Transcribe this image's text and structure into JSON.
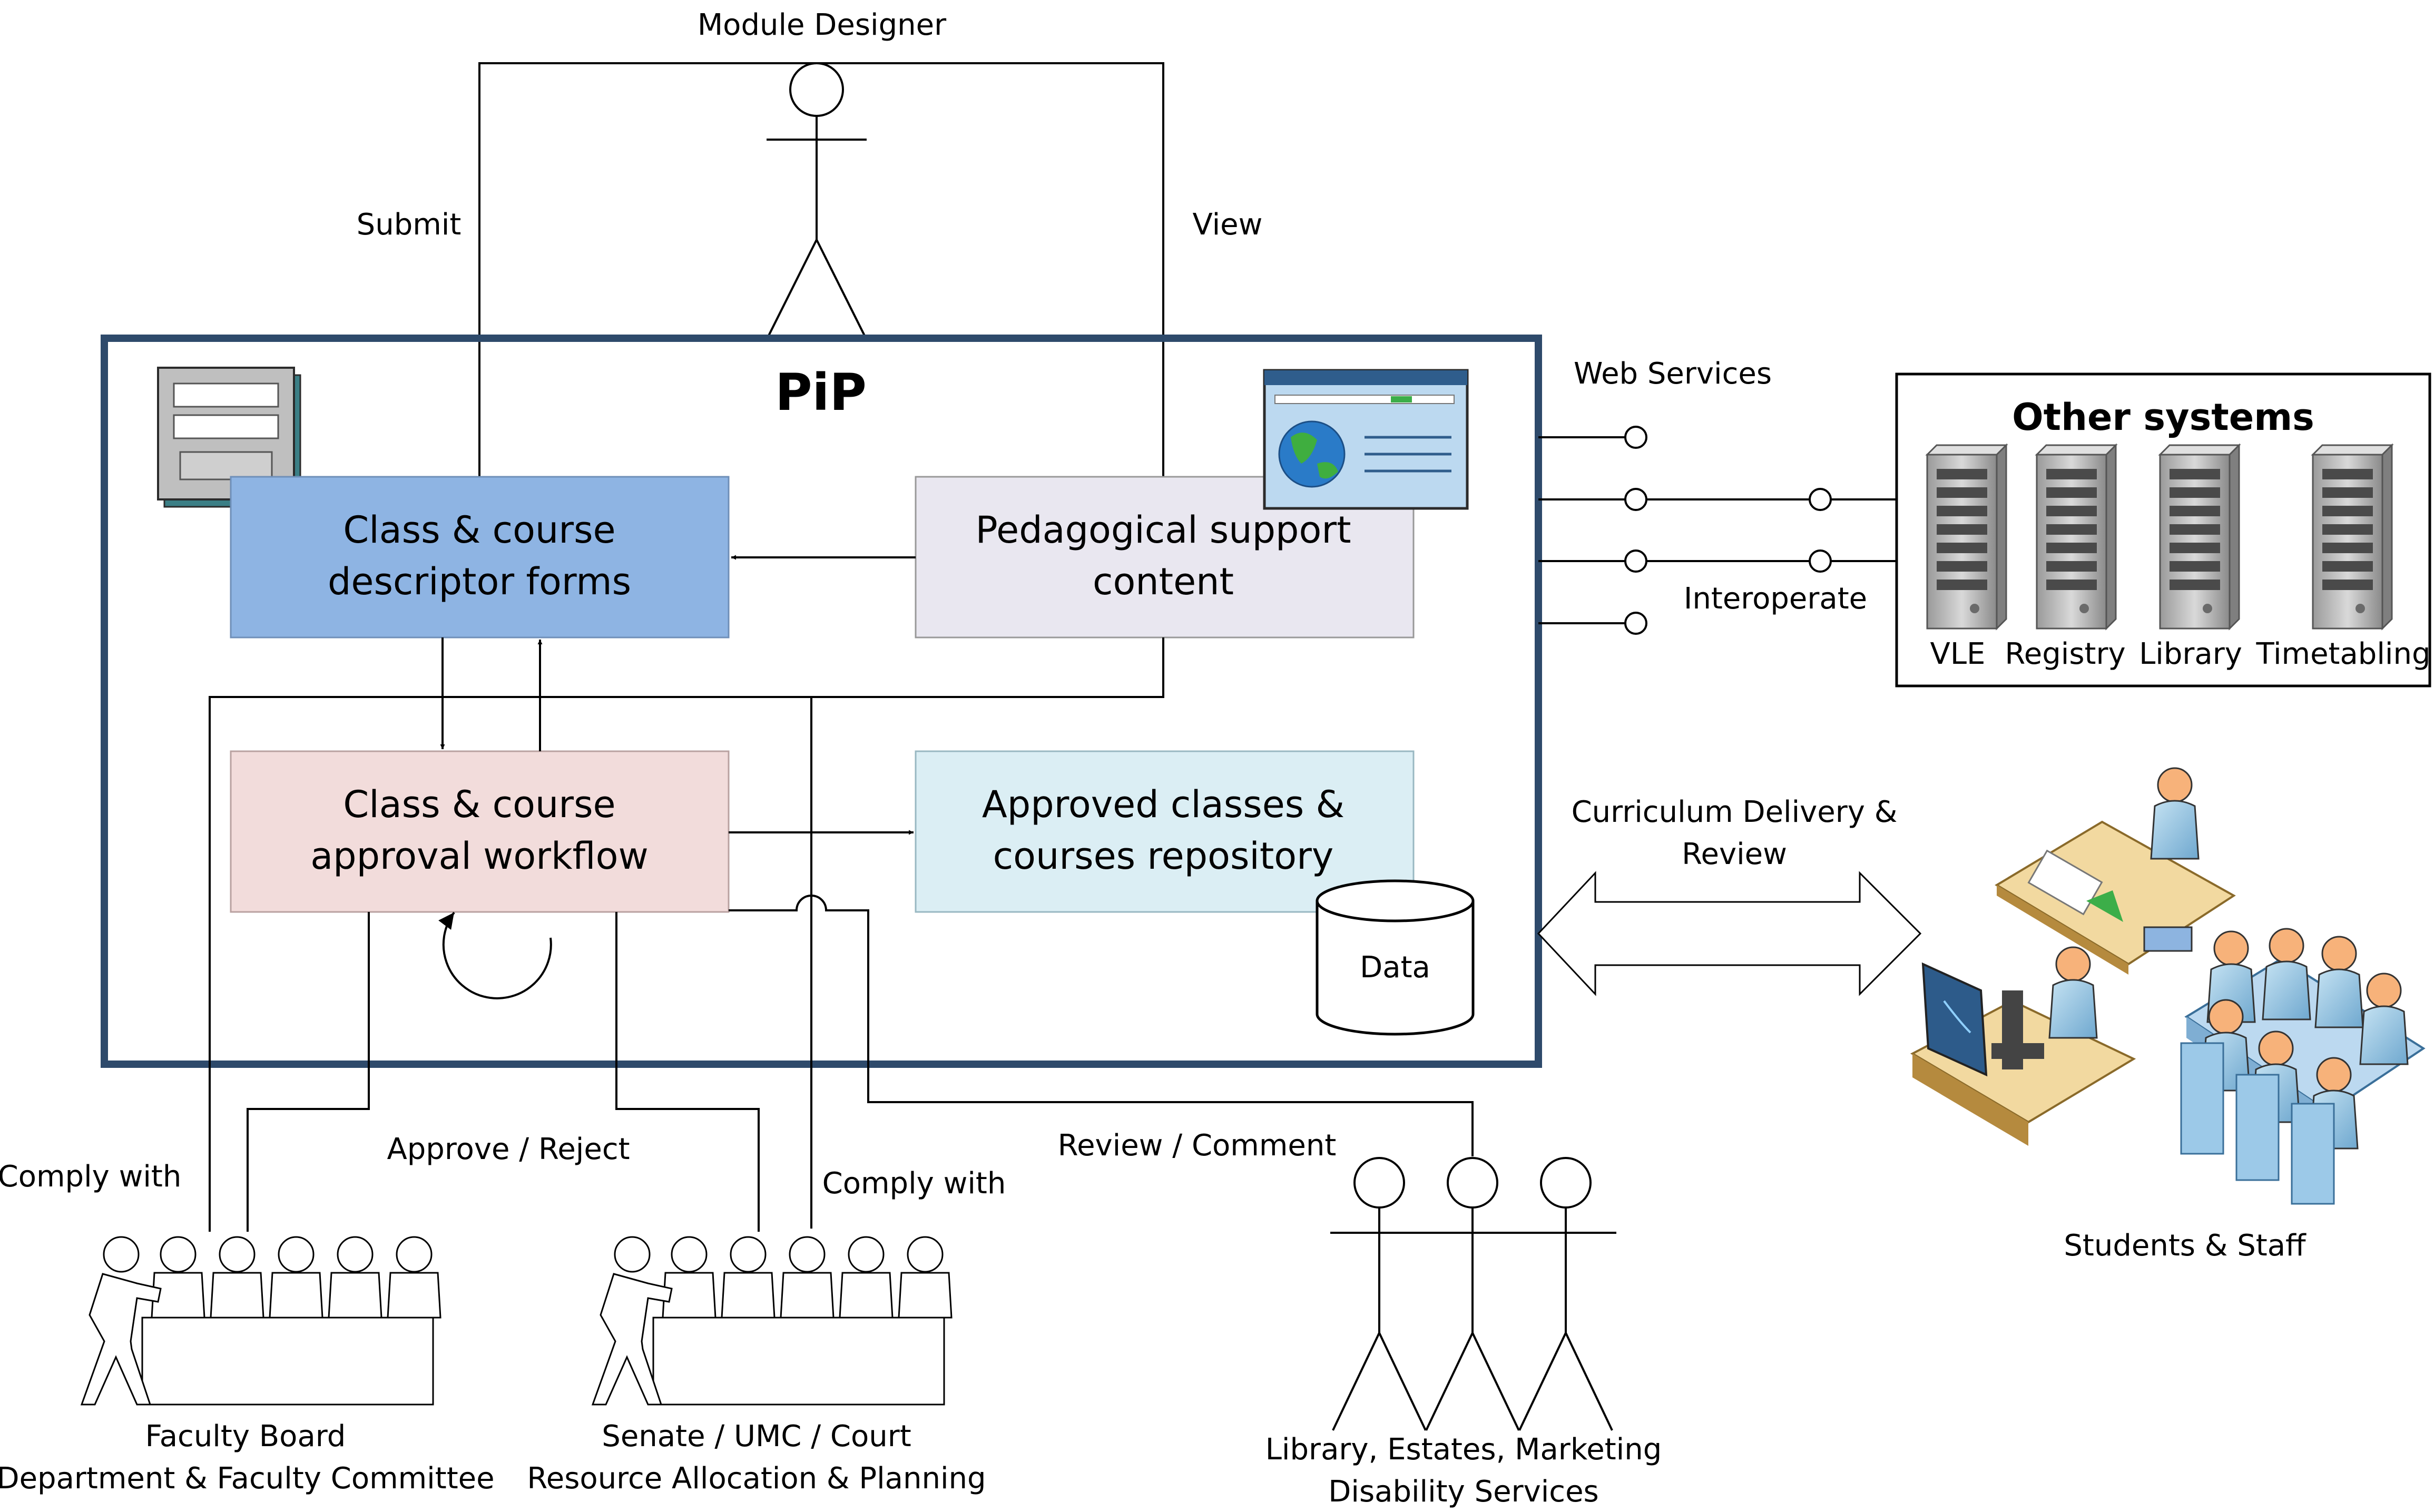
{
  "labels": {
    "module_designer": "Module Designer",
    "submit": "Submit",
    "view": "View",
    "pip": "PiP",
    "web_services": "Web Services",
    "interoperate": "Interoperate",
    "curriculum_line1": "Curriculum Delivery &",
    "curriculum_line2": "Review",
    "students_staff": "Students & Staff",
    "approve_reject": "Approve / Reject",
    "comply_with_left": "Comply with",
    "comply_with_right": "Comply with",
    "review_comment": "Review / Comment",
    "data": "Data"
  },
  "boxes": {
    "descriptor_forms": [
      "Class & course",
      "descriptor forms"
    ],
    "pedagogical": [
      "Pedagogical support",
      "content"
    ],
    "approval_workflow": [
      "Class & course",
      "approval workflow"
    ],
    "repository": [
      "Approved classes &",
      "courses repository"
    ]
  },
  "other_systems": {
    "title": "Other systems",
    "servers": [
      "VLE",
      "Registry",
      "Library",
      "Timetabling"
    ]
  },
  "groups": {
    "faculty": [
      "Faculty Board",
      "Department & Faculty Committee"
    ],
    "senate": [
      "Senate / UMC / Court",
      "Resource Allocation & Planning"
    ],
    "library": [
      "Library, Estates, Marketing",
      "Disability Services"
    ]
  },
  "colors": {
    "pip_border": "#2e4a6b",
    "descriptor_fill": "#8eb4e3",
    "pedagogical_fill": "#e9e7f0",
    "workflow_fill": "#f2dcdb",
    "repository_fill": "#dbeef4"
  },
  "icons": [
    "form-icon",
    "browser-globe-icon",
    "server-icon",
    "database-icon",
    "stick-figure-icon",
    "committee-icon",
    "students-staff-icon",
    "bidirectional-arrow-icon"
  ]
}
